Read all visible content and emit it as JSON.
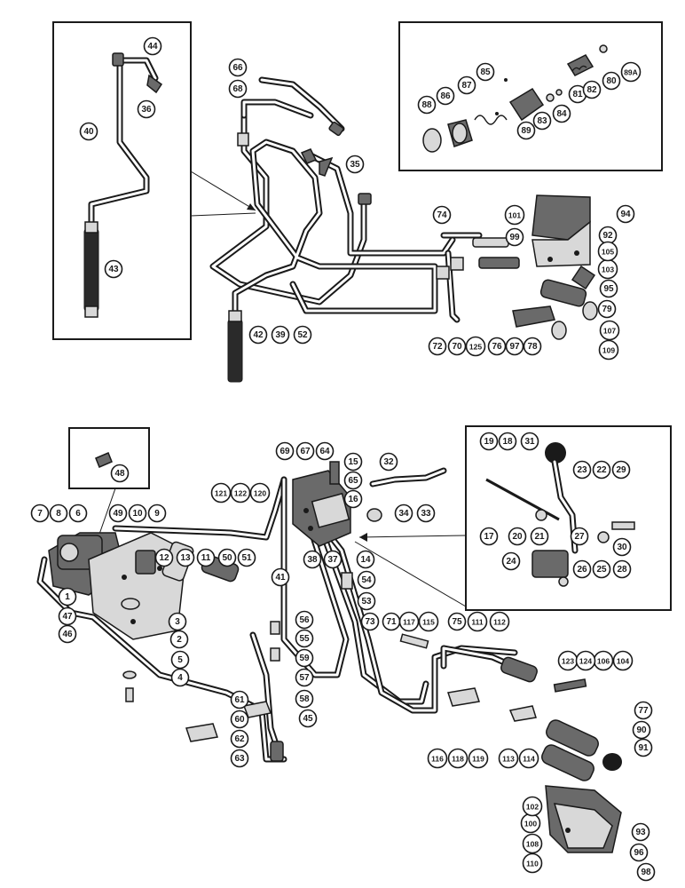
{
  "callouts": [
    "1",
    "2",
    "3",
    "4",
    "5",
    "6",
    "7",
    "8",
    "9",
    "10",
    "11",
    "12",
    "13",
    "14",
    "15",
    "16",
    "17",
    "18",
    "19",
    "20",
    "21",
    "22",
    "23",
    "24",
    "25",
    "26",
    "27",
    "28",
    "29",
    "30",
    "31",
    "32",
    "33",
    "34",
    "35",
    "36",
    "37",
    "38",
    "39",
    "40",
    "41",
    "42",
    "43",
    "44",
    "45",
    "46",
    "47",
    "48",
    "49",
    "50",
    "51",
    "52",
    "53",
    "54",
    "55",
    "56",
    "57",
    "58",
    "59",
    "60",
    "61",
    "62",
    "63",
    "64",
    "65",
    "66",
    "67",
    "68",
    "69",
    "70",
    "71",
    "72",
    "73",
    "74",
    "75",
    "76",
    "77",
    "78",
    "79",
    "80",
    "81",
    "82",
    "83",
    "84",
    "85",
    "86",
    "87",
    "88",
    "89",
    "89A",
    "90",
    "91",
    "92",
    "93",
    "94",
    "95",
    "96",
    "97",
    "98",
    "99",
    "100",
    "101",
    "102",
    "103",
    "104",
    "105",
    "106",
    "107",
    "108",
    "109",
    "110",
    "111",
    "112",
    "113",
    "114",
    "115",
    "116",
    "117",
    "118",
    "119",
    "120",
    "121",
    "122",
    "123",
    "124",
    "125"
  ]
}
